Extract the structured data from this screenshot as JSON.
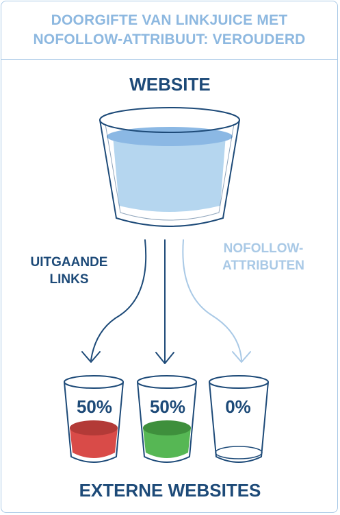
{
  "header": {
    "title_line1": "DOORGIFTE VAN LINKJUICE MET",
    "title_line2": "NOFOLLOW-ATTRIBUUT: VEROUDERD"
  },
  "diagram": {
    "top_label": "WEBSITE",
    "left_label_line1": "UITGAANDE",
    "left_label_line2": "LINKS",
    "right_label_line1": "NOFOLLOW-",
    "right_label_line2": "ATTRIBUTEN",
    "bottom_label": "EXTERNE WEBSITES",
    "glasses": [
      {
        "percent": "50%",
        "color": "#d94b48"
      },
      {
        "percent": "50%",
        "color": "#56b754"
      },
      {
        "percent": "0%",
        "color": "none"
      }
    ],
    "colors": {
      "dark_blue": "#1d4a78",
      "light_blue": "#a9c9e6",
      "water": "#b5d6ef",
      "water_top": "#8bb8e4"
    }
  }
}
